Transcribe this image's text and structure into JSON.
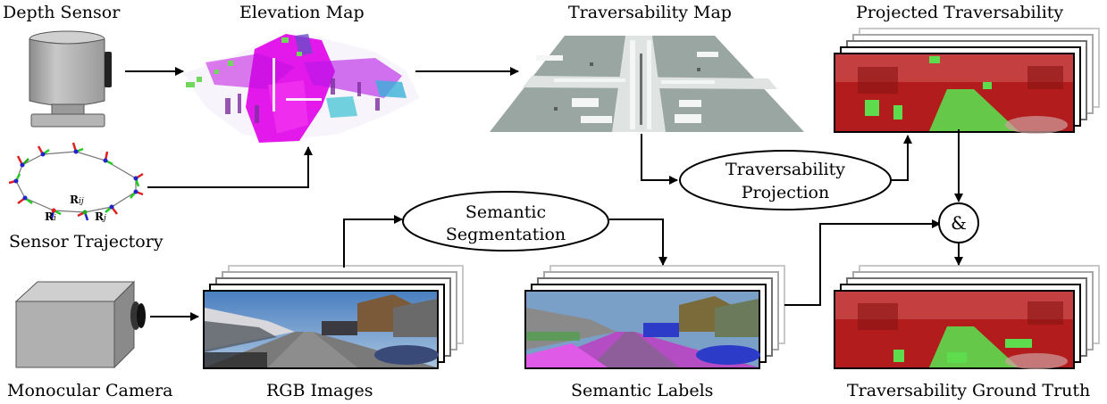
{
  "labels": {
    "depth_sensor": "Depth Sensor",
    "elevation_map": "Elevation Map",
    "traversability_map": "Traversability Map",
    "projected_traversability": "Projected Traversability",
    "sensor_trajectory": "Sensor Trajectory",
    "monocular_camera": "Monocular Camera",
    "rgb_images": "RGB Images",
    "semantic_labels": "Semantic Labels",
    "traversability_ground_truth": "Traversability Ground Truth"
  },
  "nodes": {
    "semantic_segmentation": [
      "Semantic",
      "Segmentation"
    ],
    "traversability_projection": [
      "Traversability",
      "Projection"
    ],
    "and_operator": "&"
  },
  "trajectory": {
    "rij": "R",
    "rij_sub": "ij",
    "ri": "R",
    "ri_sub": "i",
    "rj": "R",
    "rj_sub": "j"
  },
  "colors": {
    "sensor_gray": "#b0b0b0",
    "map_gray": "#9fa9a4",
    "elevation_magenta": "#e000e8",
    "traversable_green": "#5ddc4e",
    "non_traversable_red": "#b21c1c",
    "semantic_road": "#b44cc4",
    "semantic_car": "#2c3cc8"
  }
}
